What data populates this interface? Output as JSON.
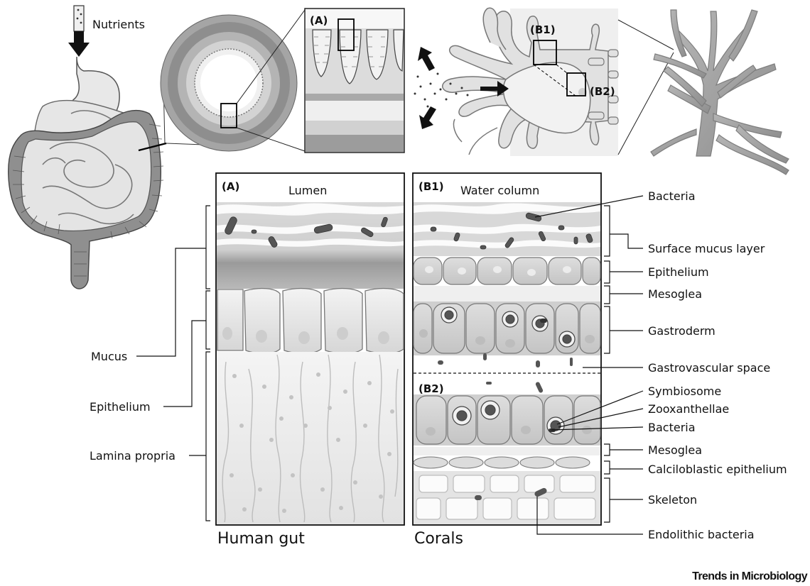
{
  "top": {
    "nutrients": "Nutrients",
    "inset_a": "(A)",
    "inset_b1": "(B1)",
    "inset_b2": "(B2)"
  },
  "human": {
    "panel_tag": "(A)",
    "lumen": "Lumen",
    "caption": "Human gut",
    "left_labels": [
      "Mucus",
      "Epithelium",
      "Lamina propria"
    ]
  },
  "coral": {
    "panel_tag_b1": "(B1)",
    "water_column": "Water column",
    "panel_tag_b2": "(B2)",
    "caption": "Corals",
    "right_labels": [
      "Bacteria",
      "Surface mucus layer",
      "Epithelium",
      "Mesoglea",
      "Gastroderm",
      "Gastrovascular space",
      "Symbiosome",
      "Zooxanthellae",
      "Bacteria",
      "Mesoglea",
      "Calciloblastic epithelium",
      "Skeleton",
      "Endolithic bacteria"
    ]
  },
  "brand": "Trends in Microbiology",
  "colors": {
    "outline": "#333333",
    "tissue": "#e6e6e6",
    "dark_tissue": "#8a8a8a",
    "bacteria": "#555555"
  }
}
